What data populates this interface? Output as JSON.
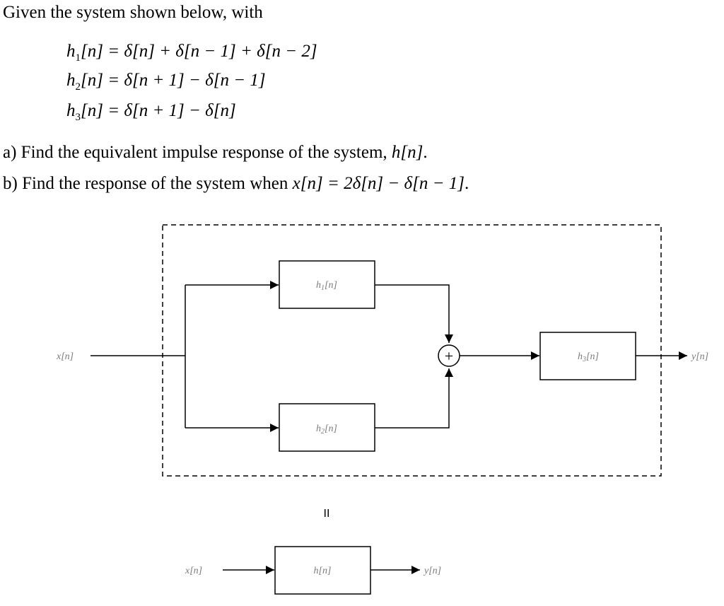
{
  "problem": {
    "intro": "Given the system shown below, with",
    "equations": [
      {
        "lhs_name": "h",
        "lhs_sub": "1",
        "lhs_arg": "[n]",
        "rhs": "= δ[n] + δ[n − 1] + δ[n − 2]"
      },
      {
        "lhs_name": "h",
        "lhs_sub": "2",
        "lhs_arg": "[n]",
        "rhs": "= δ[n + 1] − δ[n − 1]"
      },
      {
        "lhs_name": "h",
        "lhs_sub": "3",
        "lhs_arg": "[n]",
        "rhs": "= δ[n + 1] − δ[n]"
      }
    ],
    "part_a": {
      "prefix": "a) Find the equivalent impulse response of the system, ",
      "expr": "h[n]",
      "suffix": "."
    },
    "part_b": {
      "prefix": "b) Find the response of the system when ",
      "expr": "x[n] = 2δ[n] − δ[n − 1]",
      "suffix": "."
    }
  },
  "diagram": {
    "input_label": "x[n]",
    "output_label": "y[n]",
    "block_h1": "h",
    "block_h1_sub": "1",
    "block_h1_arg": "[n]",
    "block_h2": "h",
    "block_h2_sub": "2",
    "block_h2_arg": "[n]",
    "block_h3": "h",
    "block_h3_sub": "3",
    "block_h3_arg": "[n]",
    "adder_symbol": "+",
    "equals_symbol": "II",
    "eq_input_label": "x[n]",
    "eq_block": "h[n]",
    "eq_output_label": "y[n]"
  }
}
